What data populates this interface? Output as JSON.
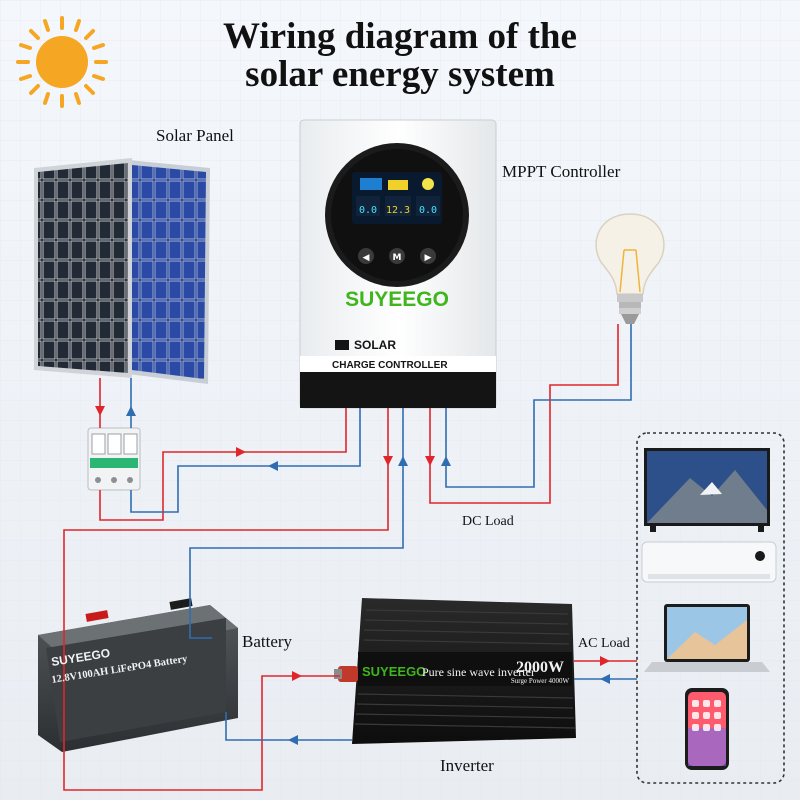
{
  "diagram": {
    "title_line1": "Wiring diagram of the",
    "title_line2": "solar energy system",
    "labels": {
      "solar_panel": "Solar Panel",
      "mppt_controller": "MPPT Controller",
      "battery": "Battery",
      "inverter": "Inverter",
      "dc_load": "DC Load",
      "ac_load": "AC Load"
    },
    "controller": {
      "brand": "SUYEEGO",
      "line1": "SOLAR",
      "line2": "CHARGE CONTROLLER",
      "lcd_pv": "0.0",
      "lcd_batt": "12.3",
      "lcd_out": "0.0",
      "btn_left": "◀",
      "btn_mid": "M",
      "btn_right": "▶"
    },
    "battery": {
      "brand": "SUYEEGO",
      "model": "12.8V100AH LiFePO4 Battery"
    },
    "inverter": {
      "brand": "SUYEEGO",
      "text": "Pure sine wave inverter",
      "power": "2000W",
      "surge": "Surge Power 4000W"
    },
    "colors": {
      "positive_wire": "#e0262b",
      "negative_wire": "#2f6db3",
      "sun": "#f5a623",
      "controller_green": "#3fb61b"
    }
  }
}
